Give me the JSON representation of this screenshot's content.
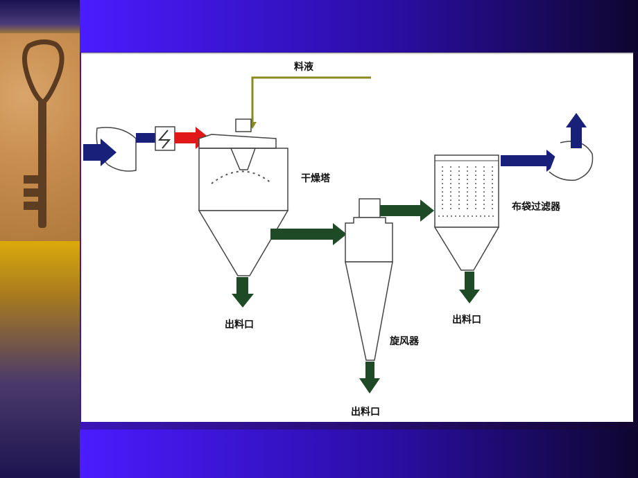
{
  "labels": {
    "feed_liquid": "料液",
    "drying_tower": "干燥塔",
    "bag_filter": "布袋过滤器",
    "cyclone": "旋风器",
    "outlet_1": "出料口",
    "outlet_2": "出料口",
    "outlet_3": "出料口"
  },
  "colors": {
    "blue_arrow": "#18207a",
    "red_arrow": "#e01818",
    "green_arrow": "#1e4a26",
    "feed_line": "#8a8a20",
    "equipment_stroke": "#444444"
  }
}
